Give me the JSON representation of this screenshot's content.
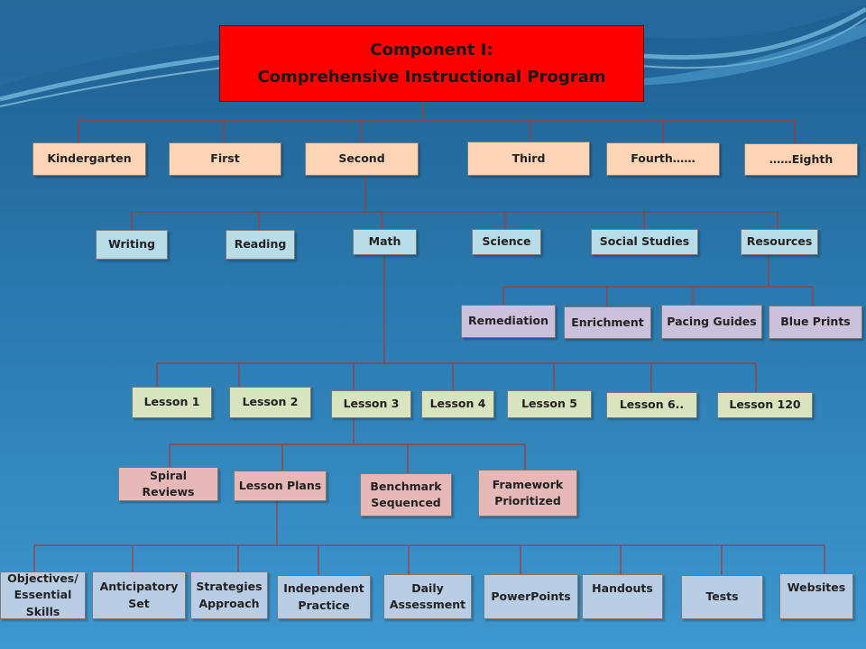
{
  "title": {
    "line1": "Component I:",
    "line2": "Comprehensive Instructional Program"
  },
  "grades": [
    "Kindergarten",
    "First",
    "Second",
    "Third",
    "Fourth……",
    "……Eighth"
  ],
  "subjects": [
    "Writing",
    "Reading",
    "Math",
    "Science",
    "Social Studies",
    "Resources"
  ],
  "resources": [
    "Remediation",
    "Enrichment",
    "Pacing Guides",
    "Blue Prints"
  ],
  "lessons": [
    "Lesson 1",
    "Lesson 2",
    "Lesson 3",
    "Lesson 4",
    "Lesson 5",
    "Lesson 6..",
    "Lesson 120"
  ],
  "lesson_parts": [
    "Spiral Reviews",
    "Lesson Plans",
    "Benchmark\nSequenced",
    "Framework\nPrioritized"
  ],
  "plan_details": [
    "Objectives/\nEssential Skills",
    "Anticipatory\nSet",
    "Strategies\nApproach",
    "Independent\nPractice",
    "Daily\nAssessment",
    "PowerPoints",
    "Handouts",
    "Tests",
    "Websites"
  ],
  "colors": {
    "title": "#ff0000",
    "grade": "#fcd5b5",
    "subject": "#b8dce8",
    "resource": "#ccc1da",
    "lesson": "#d7e4bd",
    "plan": "#e6b9b8",
    "detail": "#b9cde5",
    "connector": "#a33a3a"
  }
}
